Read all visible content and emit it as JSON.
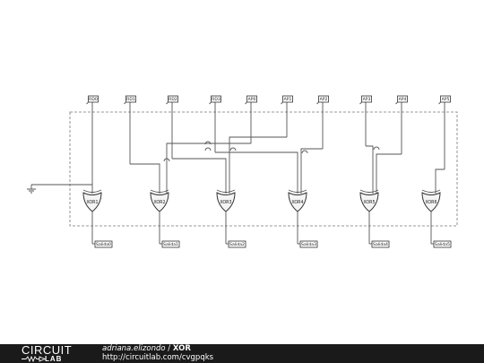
{
  "inputs": [
    "RD0",
    "RD1",
    "RD2",
    "RD3",
    "AP0",
    "AP1",
    "AP2",
    "AP3",
    "AP4",
    "AP5"
  ],
  "gates": [
    "XOR1",
    "XOR2",
    "XOR3",
    "XOR4",
    "XOR5",
    "XOR6"
  ],
  "outputs": [
    "Salida0",
    "Salida1",
    "Salida2",
    "Salida3",
    "Salida4",
    "Salida5"
  ],
  "footer": {
    "logo_top": "CIRCUIT",
    "logo_bottom": "LAB",
    "author": "adriana.elizondo",
    "separator": "/",
    "title": "XOR",
    "url": "http://circuitlab.com/cvgpqks"
  }
}
